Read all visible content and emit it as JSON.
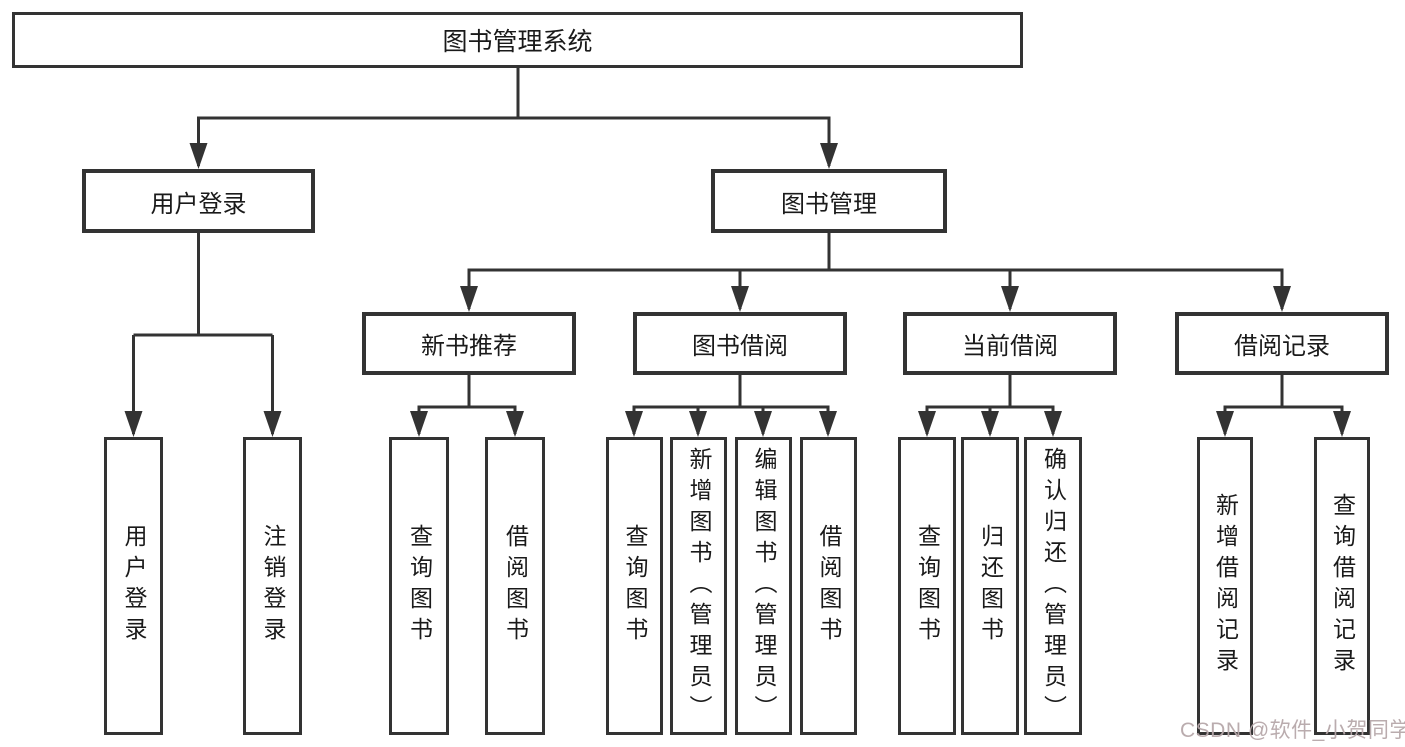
{
  "colors": {
    "background": "#ffffff",
    "line": "#333333",
    "box_border": "#333333",
    "text": "#1a1a1a",
    "watermark": "#b6a8aa"
  },
  "nodes": {
    "root": "图书管理系统",
    "user_login": "用户登录",
    "book_management": "图书管理",
    "new_book_recommend": "新书推荐",
    "book_borrow": "图书借阅",
    "current_borrow": "当前借阅",
    "borrow_records": "借阅记录",
    "leaf_user_login": "用户登录",
    "leaf_logout": "注销登录",
    "leaf_nb_query_books": "查询图书",
    "leaf_nb_borrow_books": "借阅图书",
    "leaf_bb_query_books": "查询图书",
    "leaf_bb_add_books": "新增图书（管理员）",
    "leaf_bb_edit_books": "编辑图书（管理员）",
    "leaf_bb_borrow_books": "借阅图书",
    "leaf_cb_query_books": "查询图书",
    "leaf_cb_return_books": "归还图书",
    "leaf_cb_confirm_return": "确认归还（管理员）",
    "leaf_br_add_record": "新增借阅记录",
    "leaf_br_query_record": "查询借阅记录"
  },
  "watermark": "CSDN @软件_小贺同学"
}
